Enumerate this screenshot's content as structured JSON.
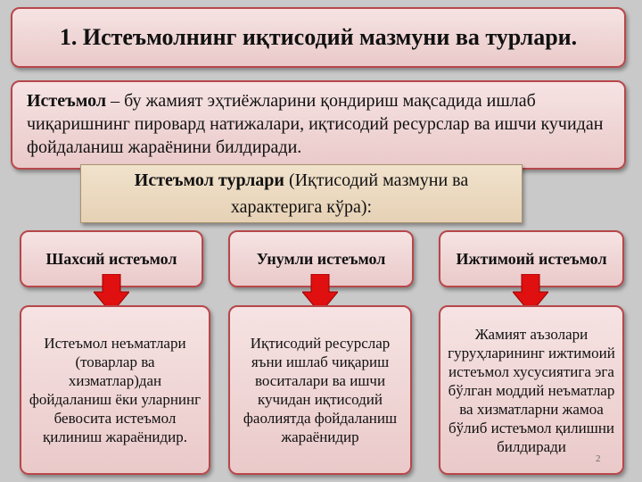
{
  "title": "1. Истеъмолнинг иқтисодий мазмуни ва турлари.",
  "definition": {
    "term": "Истеъмол",
    "text": " – бу жамият эҳтиёжларини  қондириш мақсадида ишлаб чиқаришнинг пировард  натижалари, иқтисодий ресурслар ва ишчи кучидан фойдаланиш жараёнини билдиради."
  },
  "types": {
    "bold": "Истеъмол турлари",
    "rest": " (Иқтисодий мазмуни ва характерига кўра):"
  },
  "columns": [
    {
      "heading": "Шахсий истеъмол",
      "body": "Истеъмол неъматлари (товарлар ва хизматлар)дан фойдаланиш ёки уларнинг бевосита истеъмол қилиниш жараёнидир."
    },
    {
      "heading": "Унумли истеъмол",
      "body": "Иқтисодий ресурслар яъни ишлаб чиқариш воситалари ва ишчи кучидан иқтисодий фаолиятда фойдаланиш жараёнидир"
    },
    {
      "heading": "Ижтимоий истеъмол",
      "body": "Жамият аъзолари гуруҳларининг ижтимоий истеъмол хусусиятига эга бўлган моддий неъматлар ва хизматларни жамоа бўлиб истеъмол қилишни билдиради"
    }
  ],
  "page_number": "2",
  "colors": {
    "background": "#c9c9c9",
    "box_border": "#b7474a",
    "arrow": "#e01010"
  }
}
